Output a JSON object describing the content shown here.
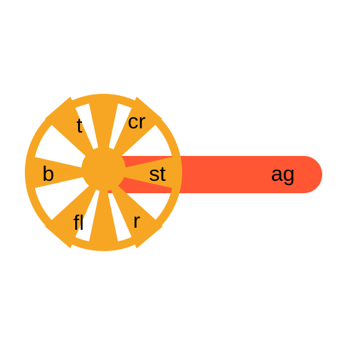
{
  "colors": {
    "wheel": "#F6A623",
    "bar": "#FF5733",
    "background": "#FFFFFF",
    "text": "#000000"
  },
  "labels": {
    "top": "t",
    "top_right": "cr",
    "left": "b",
    "right": "st",
    "bottom_left": "fl",
    "bottom_right": "r",
    "bar_end": "ag"
  }
}
